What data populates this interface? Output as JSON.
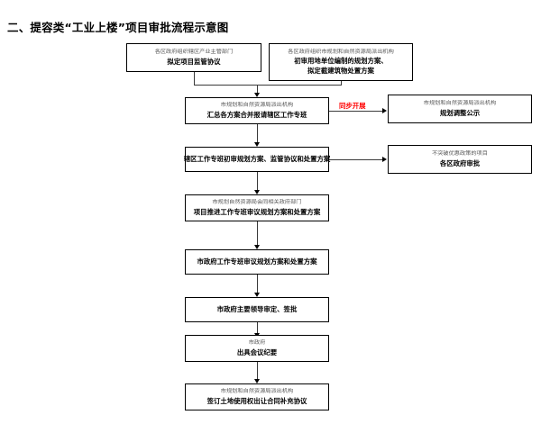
{
  "page": {
    "title": "二、提容类“工业上楼”项目审批流程示意图"
  },
  "annotations": {
    "sync_label": "同步开展",
    "sync_color": "#ff0000"
  },
  "flow": {
    "nodes": [
      {
        "id": "district-industry-dept",
        "sub": "各区政府组织辖区产业主管部门",
        "main": "拟定项目监管协议"
      },
      {
        "id": "district-planning-branch",
        "sub": "各区政府组织市规划和自然资源局派出机构",
        "main": "初审用地单位编制的规划方案、",
        "main2": "拟定截建筑物处置方案"
      },
      {
        "id": "collect-schemes",
        "sub": "市规划和自然资源局派出机构",
        "main": "汇总各方案合并报请辖区工作专班"
      },
      {
        "id": "planning-adjust-publicity",
        "sub": "市规划和自然资源局派出机构",
        "main": "规划调整公示"
      },
      {
        "id": "district-task-force-review",
        "main": "辖区工作专班初审规划方案、监管协议和处置方案"
      },
      {
        "id": "district-government-approval",
        "sub": "不突破优惠政策的项目",
        "main": "各区政府审批"
      },
      {
        "id": "project-task-force-review",
        "sub": "市规划自然资源局会同相关政府部门",
        "main": "项目推进工作专班审议规划方案和处置方案"
      },
      {
        "id": "city-task-force-review",
        "main": "市政府工作专班审议规划方案和处置方案"
      },
      {
        "id": "city-leader-approval",
        "main": "市政府主要领导审定、签批"
      },
      {
        "id": "meeting-minutes",
        "sub": "市政府",
        "main": "出具会议纪要"
      },
      {
        "id": "sign-supplementary-agreement",
        "sub": "市规划和自然资源局派出机构",
        "main": "签订土地使用权出让合同补充协议"
      }
    ]
  }
}
